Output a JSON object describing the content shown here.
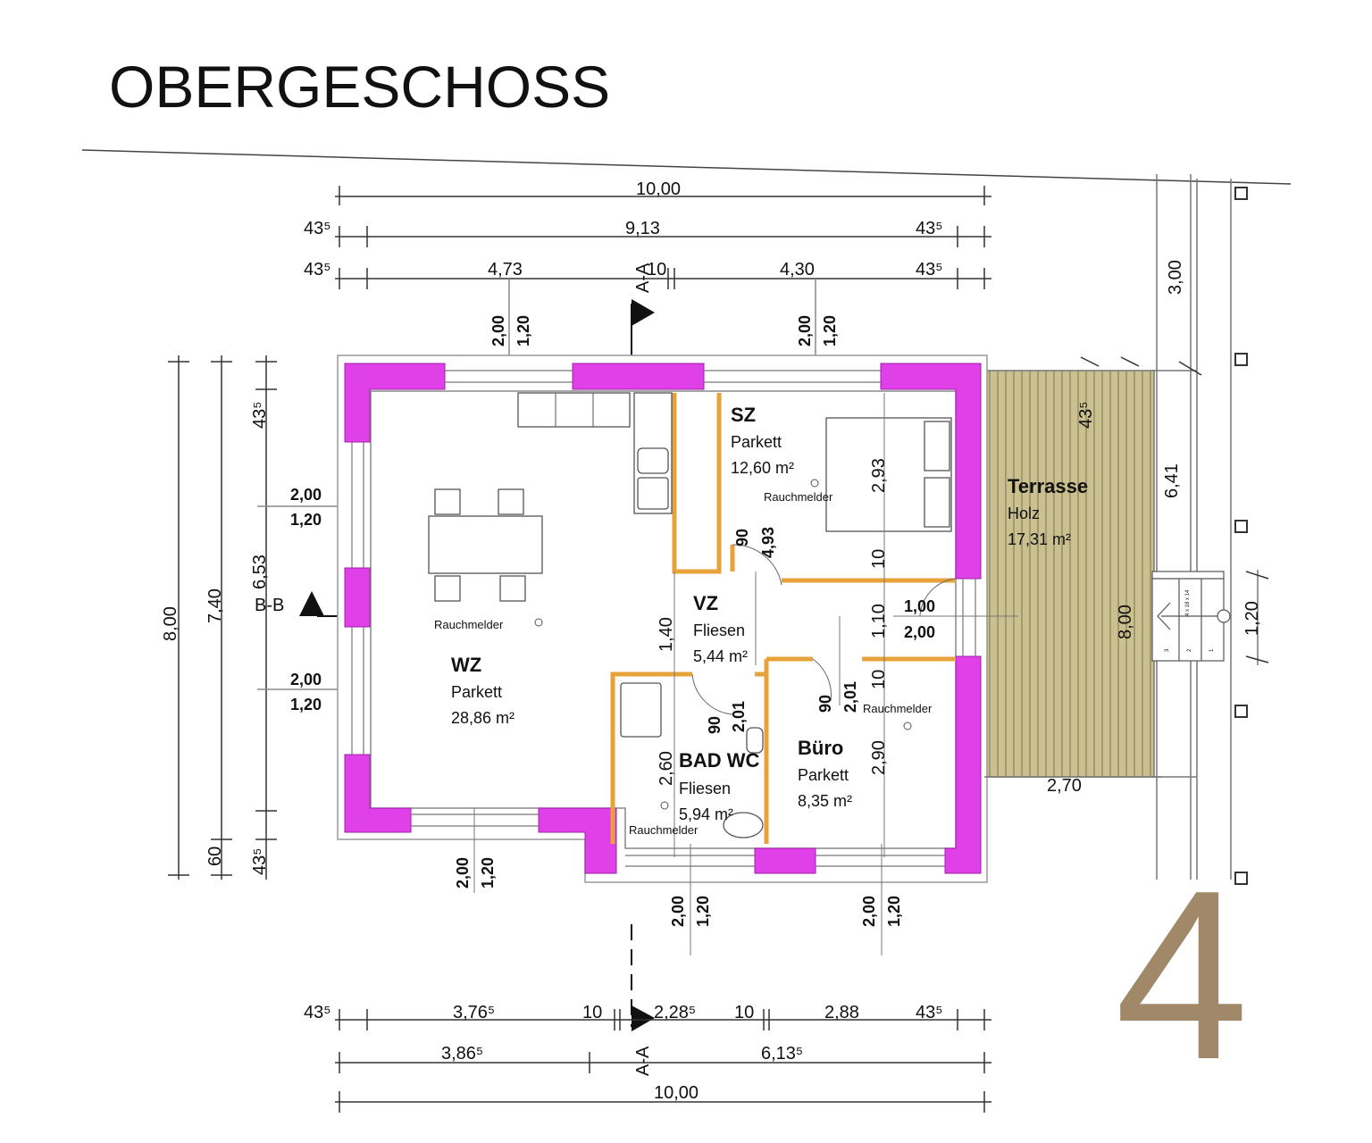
{
  "title": "OBERGESCHOSS",
  "page_number": "4",
  "colors": {
    "wall": "#e040e8",
    "inner_wall": "#e8a23a",
    "terrace": "#c9bf8f",
    "page_number": "#a08868"
  },
  "rooms": [
    {
      "name": "WZ",
      "floor": "Parkett",
      "area": "28,86 m²"
    },
    {
      "name": "SZ",
      "floor": "Parkett",
      "area": "12,60 m²"
    },
    {
      "name": "VZ",
      "floor": "Fliesen",
      "area": "5,44 m²"
    },
    {
      "name": "BAD WC",
      "floor": "Fliesen",
      "area": "5,94 m²"
    },
    {
      "name": "Büro",
      "floor": "Parkett",
      "area": "8,35 m²"
    },
    {
      "name": "Terrasse",
      "floor": "Holz",
      "area": "17,31 m²"
    }
  ],
  "smoke_detector_label": "Rauchmelder",
  "sections": {
    "a": "A-A",
    "b": "B-B"
  },
  "dims_top": {
    "row1": [
      "10,00"
    ],
    "row2": [
      "43⁵",
      "9,13",
      "43⁵"
    ],
    "row3": [
      "43⁵",
      "4,73",
      "10",
      "4,30",
      "43⁵"
    ],
    "windows": [
      "2,00",
      "1,20",
      "2,00",
      "1,20"
    ]
  },
  "dims_left": {
    "outer": [
      "8,00",
      "7,40",
      "60",
      "6,53",
      "43⁵",
      "43⁵"
    ],
    "windows": [
      "2,00",
      "1,20",
      "2,00",
      "1,20"
    ]
  },
  "dims_inner": [
    "2,93",
    "90",
    "4,93",
    "10",
    "1,40",
    "1,10",
    "1,00",
    "2,00",
    "10",
    "90",
    "2,01",
    "90",
    "2,01",
    "2,60",
    "2,90"
  ],
  "dims_terrace": [
    "43⁵",
    "6,41",
    "8,00",
    "3,00",
    "1,20",
    "2,70"
  ],
  "dims_bottom": {
    "windows": [
      "2,00",
      "1,20",
      "2,00",
      "1,20",
      "2,00",
      "1,20"
    ],
    "row1": [
      "43⁵",
      "3,76⁵",
      "10",
      "2,28⁵",
      "10",
      "2,88",
      "43⁵"
    ],
    "row2": [
      "3,86⁵",
      "6,13⁵"
    ],
    "row3": [
      "10,00"
    ]
  },
  "stair_labels": [
    "3",
    "4 x 18 x 14",
    "2",
    "1"
  ]
}
